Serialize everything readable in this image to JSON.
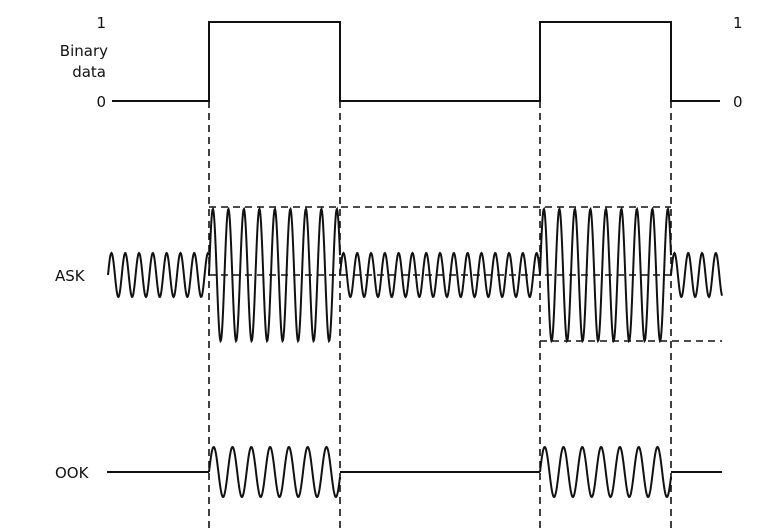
{
  "labels": {
    "one_left": "1",
    "zero_left": "0",
    "one_right": "1",
    "zero_right": "0",
    "binary_line1": "Binary",
    "binary_line2": "data",
    "ask": "ASK",
    "ook": "OOK"
  },
  "binary_sequence": [
    0,
    1,
    0,
    1,
    0
  ],
  "colors": {
    "line": "#111111",
    "background": "#ffffff"
  }
}
